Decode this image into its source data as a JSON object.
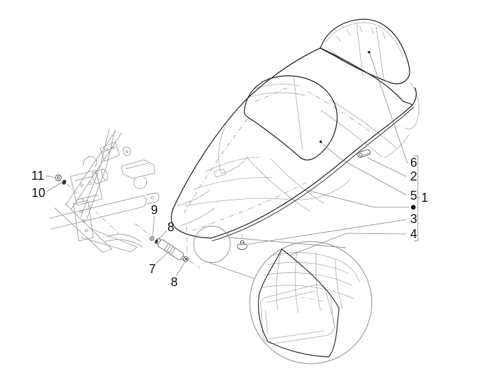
{
  "diagram": {
    "kind": "exploded-parts-line-drawing",
    "subject": "scooter saddle with frame, shock absorber and underside detail view",
    "background": "#ffffff",
    "colors": {
      "outline_dark": "#1f1f1f",
      "sketch_light": "#a8a8a8",
      "frame_light": "#9b9b9b",
      "leader": "#808080",
      "label_text": "#111111"
    }
  },
  "callouts": {
    "c11": "11",
    "c10": "10",
    "c9": "9",
    "c8a": "8",
    "c7": "7",
    "c8b": "8",
    "c6": "6",
    "c2": "2",
    "c5": "5",
    "c1": "1",
    "c3": "3",
    "c4": "4"
  }
}
